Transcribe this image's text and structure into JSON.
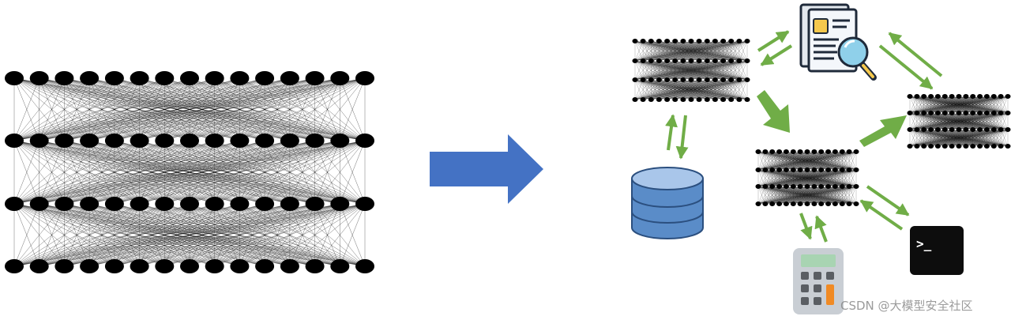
{
  "diagram": {
    "left_network": {
      "layers": 4,
      "nodes_per_layer": 15
    },
    "transform_arrow": {
      "color": "#4472c4"
    },
    "small_network": {
      "layers": 4,
      "nodes_per_layer": 15
    },
    "connector_color": "#70ad47",
    "nodes": [
      {
        "id": "llm-top-left",
        "kind": "neural-network"
      },
      {
        "id": "llm-center",
        "kind": "neural-network"
      },
      {
        "id": "llm-right",
        "kind": "neural-network"
      },
      {
        "id": "search",
        "kind": "document-search-icon"
      },
      {
        "id": "database",
        "kind": "database-icon"
      },
      {
        "id": "calculator",
        "kind": "calculator-icon"
      },
      {
        "id": "terminal",
        "kind": "terminal-icon",
        "glyph": ">_"
      }
    ],
    "edges": [
      {
        "from": "llm-top-left",
        "to": "search",
        "style": "bidirectional"
      },
      {
        "from": "llm-top-left",
        "to": "database",
        "style": "bidirectional"
      },
      {
        "from": "llm-top-left",
        "to": "llm-center",
        "style": "flow"
      },
      {
        "from": "llm-center",
        "to": "llm-right",
        "style": "flow"
      },
      {
        "from": "search",
        "to": "llm-right",
        "style": "bidirectional"
      },
      {
        "from": "llm-center",
        "to": "calculator",
        "style": "bidirectional"
      },
      {
        "from": "llm-center",
        "to": "terminal",
        "style": "bidirectional"
      }
    ]
  },
  "watermark": "CSDN @大模型安全社区"
}
